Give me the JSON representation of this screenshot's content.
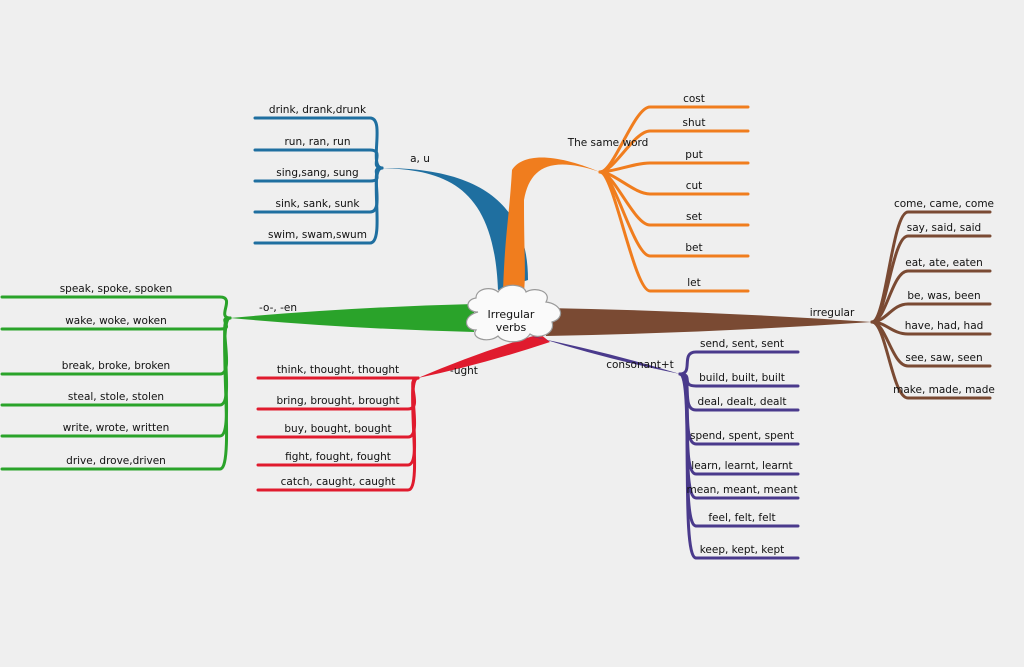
{
  "center": {
    "line1": "Irregular",
    "line2": "verbs"
  },
  "branches": [
    {
      "id": "a-u",
      "label": "a, u",
      "color": "#1f6fa0",
      "items": [
        "drink, drank,drunk",
        "run, ran, run",
        "sing,sang, sung",
        "sink, sank, sunk",
        "swim, swam,swum"
      ]
    },
    {
      "id": "same-word",
      "label": "The same word",
      "color": "#f07d1e",
      "items": [
        "cost",
        "shut",
        "put",
        "cut",
        "set",
        "bet",
        "let"
      ]
    },
    {
      "id": "irregular",
      "label": "irregular",
      "color": "#7a4a33",
      "items": [
        "come, came, come",
        "say, said, said",
        "eat, ate, eaten",
        "be, was, been",
        "have, had, had",
        "see, saw, seen",
        "make, made, made"
      ]
    },
    {
      "id": "o-en",
      "label": "-o-, -en",
      "color": "#2aa32a",
      "items": [
        "speak, spoke, spoken",
        "wake, woke, woken",
        "break, broke, broken",
        "steal, stole, stolen",
        "write, wrote, written",
        "drive, drove,driven"
      ]
    },
    {
      "id": "ught",
      "label": "-ught",
      "color": "#e01b2e",
      "items": [
        "think, thought, thought",
        "bring, brought, brought",
        "buy, bought, bought",
        "fight, fought, fought",
        "catch, caught, caught"
      ]
    },
    {
      "id": "consonant-t",
      "label": "consonant+t",
      "color": "#4a3a8c",
      "items": [
        "send, sent, sent",
        "build, built, built",
        "deal, dealt, dealt",
        "spend, spent, spent",
        "learn, learnt, learnt",
        "mean, meant, meant",
        "feel, felt, felt",
        "keep, kept, kept"
      ]
    }
  ]
}
